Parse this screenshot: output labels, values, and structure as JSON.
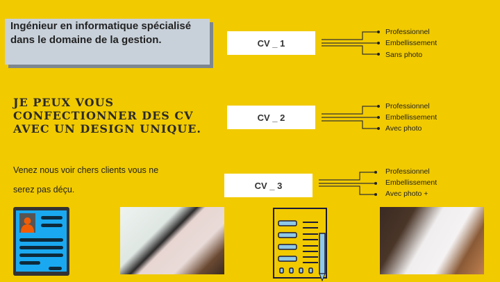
{
  "intro": "Ingénieur en informatique spécialisé dans le domaine de la gestion.",
  "headline": [
    "JE PEUX VOUS",
    "CONFECTIONNER DES CV",
    "AVEC UN DESIGN UNIQUE."
  ],
  "tagline": [
    "Venez nous voir chers clients vous ne",
    "serez pas déçu."
  ],
  "cvs": [
    {
      "label": "CV _ 1",
      "features": [
        "Professionnel",
        "Embellissement",
        "Sans photo"
      ]
    },
    {
      "label": "CV _ 2",
      "features": [
        "Professionnel",
        "Embellissement",
        "Avec photo"
      ]
    },
    {
      "label": "CV _ 3",
      "features": [
        "Professionnel",
        "Embellissement",
        "Avec photo +"
      ]
    }
  ],
  "colors": {
    "background": "#f1ca00",
    "intro_box": "#c8d1da"
  }
}
